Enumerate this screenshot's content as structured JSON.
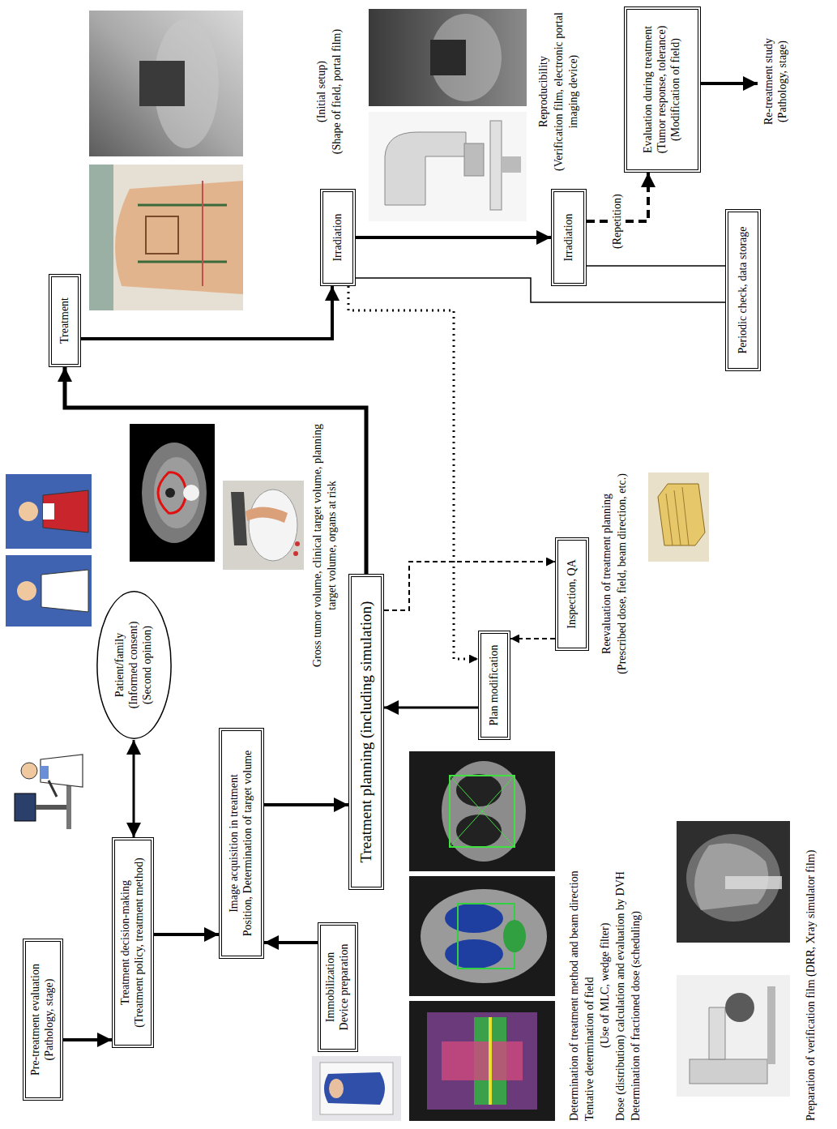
{
  "diagram": {
    "nodes": [
      {
        "text": [
          "Pre-treatment evaluation",
          "(Pathology, stage)"
        ]
      },
      {
        "text": [
          "Treatment decision-making",
          "(Treatment policy, treatment method)"
        ]
      },
      {
        "text": [
          "Patient/family",
          "(Informed consent)",
          "(Second opinion)"
        ]
      },
      {
        "text": [
          "Image acquisition in treatment",
          "Position, Determination of target volume"
        ]
      },
      {
        "text": [
          "Immobilization",
          "Device preparation"
        ]
      },
      {
        "text": [
          "Treatment planning (including simulation)"
        ]
      },
      {
        "text": [
          "Plan modification"
        ]
      },
      {
        "text": [
          "Inspection, QA"
        ]
      },
      {
        "text": [
          "Treatment"
        ]
      },
      {
        "text": [
          "Irradiation"
        ]
      },
      {
        "text": [
          "Irradiation"
        ]
      },
      {
        "text": [
          "Evaluation during treatment",
          "(Tumor response, tolerance)",
          "(Modification of field)"
        ]
      },
      {
        "text": [
          "Periodic check, data storage"
        ]
      },
      {
        "text": [
          "Re-treatment study",
          "(Pathology, stage)"
        ]
      }
    ],
    "edges": [
      {
        "from": 0,
        "to": 1,
        "arrow": "to"
      },
      {
        "from": 1,
        "to": 2,
        "arrow": "both"
      },
      {
        "from": 1,
        "to": 3,
        "arrow": "to"
      },
      {
        "from": 4,
        "to": 3,
        "arrow": "to"
      },
      {
        "from": 3,
        "to": 5,
        "arrow": "to"
      },
      {
        "from": 5,
        "to": 7,
        "arrow": "to"
      },
      {
        "from": 7,
        "to": 6,
        "arrow": "to"
      },
      {
        "from": 6,
        "to": 5,
        "arrow": "to"
      },
      {
        "from": 5,
        "to": 8,
        "arrow": "to"
      },
      {
        "from": 8,
        "to": 9,
        "arrow": "to"
      },
      {
        "from": 9,
        "to": 10,
        "arrow": "to"
      },
      {
        "from": 9,
        "to": 6,
        "arrow": "to"
      },
      {
        "from": 10,
        "to": 11,
        "label": "(Repetition)",
        "arrow": "to"
      },
      {
        "from": 9,
        "to": 12,
        "arrow": "none"
      },
      {
        "from": 10,
        "to": 12,
        "arrow": "none"
      },
      {
        "from": 11,
        "to": 13,
        "arrow": "to"
      }
    ],
    "labels": [
      "(Initial setup)",
      "(Shape of field, portal film)",
      "Reproducibility",
      "(Verification film, electronic portal imaging device)",
      "Gross tumor volume, clinical target volume, planning target volume, organs at risk",
      "Reevaluation of treatment planning",
      "(Prescribed dose, field, beam direction, etc.)",
      "Determination of treatment method and beam direction",
      "Tentative determination of field",
      "(Use of MLC, wedge filter)",
      "Dose (distribution) calculation and evaluation by DVH",
      "Determination of fractioned dose (scheduling)",
      "Preparation of verification film (DRR, Xray simulator film)"
    ]
  }
}
